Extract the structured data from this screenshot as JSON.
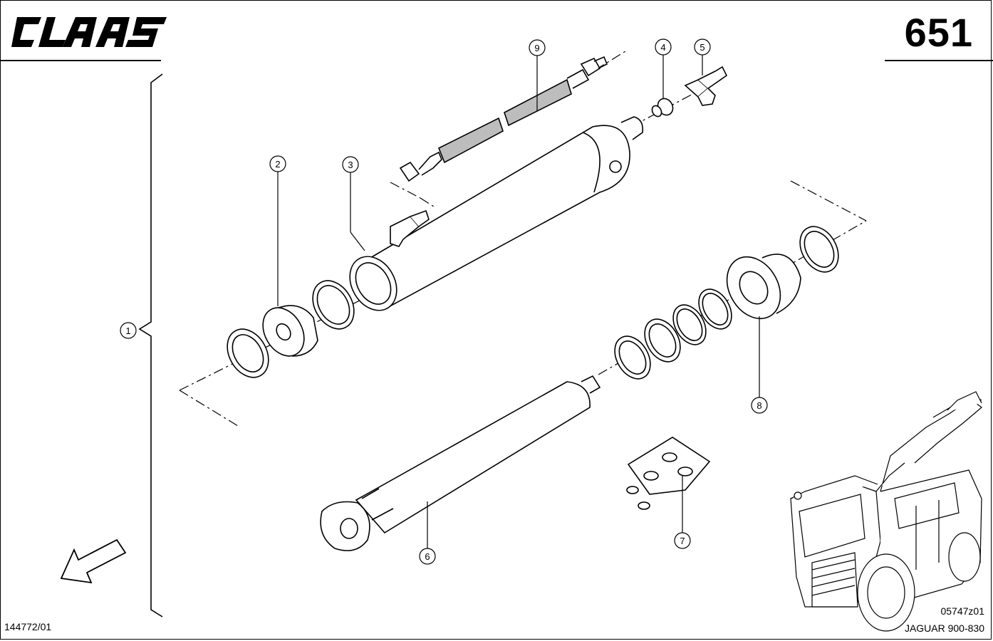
{
  "header": {
    "brand": "CLAAS",
    "page_number": "651"
  },
  "footer": {
    "document_id": "144772/01",
    "figure_id": "05747z01",
    "model": "JAGUAR 900-830"
  },
  "callouts": [
    {
      "label": "1"
    },
    {
      "label": "2"
    },
    {
      "label": "3"
    },
    {
      "label": "4"
    },
    {
      "label": "5"
    },
    {
      "label": "6"
    },
    {
      "label": "7"
    },
    {
      "label": "8"
    },
    {
      "label": "9"
    }
  ],
  "icons": {
    "direction": "direction-arrow-icon",
    "machine": "forage-harvester-icon"
  },
  "colors": {
    "line": "#000000",
    "background": "#ffffff",
    "hose_fill": "#bdbdbd"
  }
}
